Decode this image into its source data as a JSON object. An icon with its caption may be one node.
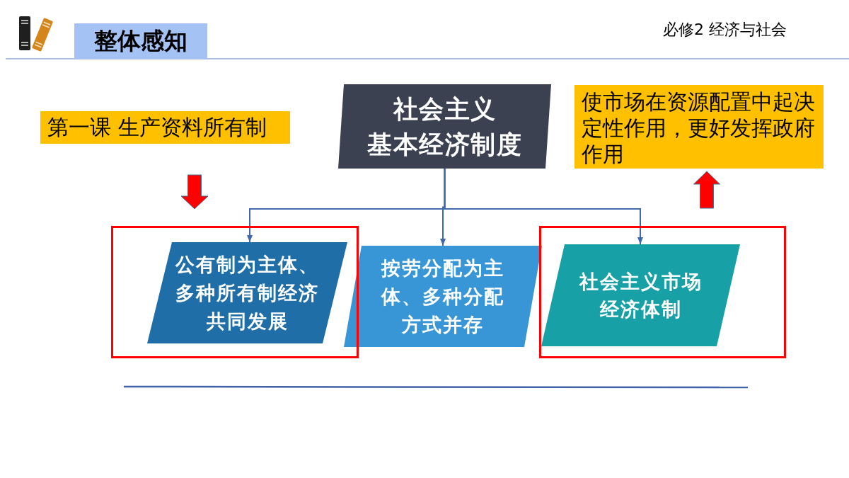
{
  "diagram": {
    "nodes": [
      {
        "text": [
          "整体感知"
        ]
      },
      {
        "text": [
          "第一课 生产资料所有制"
        ]
      },
      {
        "text": [
          "社会主义基本经济制度"
        ]
      },
      {
        "text": [
          "使市场在资源配置中起决定性作用，更好发挥政府作用"
        ]
      },
      {
        "text": [],
        "shape": "box"
      },
      {
        "text": [
          "公有制为主体、多种所有制经济共同发展"
        ],
        "in": 4
      },
      {
        "text": [
          "按劳分配为主体、多种分配方式并存"
        ]
      },
      {
        "text": [],
        "shape": "box"
      },
      {
        "text": [
          "社会主义市场经济体制"
        ],
        "in": 7
      }
    ],
    "edges": [
      {
        "from": 1,
        "to": 4,
        "arrow": "to",
        "style": "thick",
        "color": "#ff0000"
      },
      {
        "from": 2,
        "to": 5,
        "arrow": "to"
      },
      {
        "from": 2,
        "to": 6,
        "arrow": "to"
      },
      {
        "from": 2,
        "to": 8,
        "arrow": "to"
      },
      {
        "from": 7,
        "to": 3,
        "arrow": "to",
        "style": "thick",
        "color": "#ff0000"
      }
    ],
    "labels": [
      "必修2 经济与社会"
    ]
  }
}
